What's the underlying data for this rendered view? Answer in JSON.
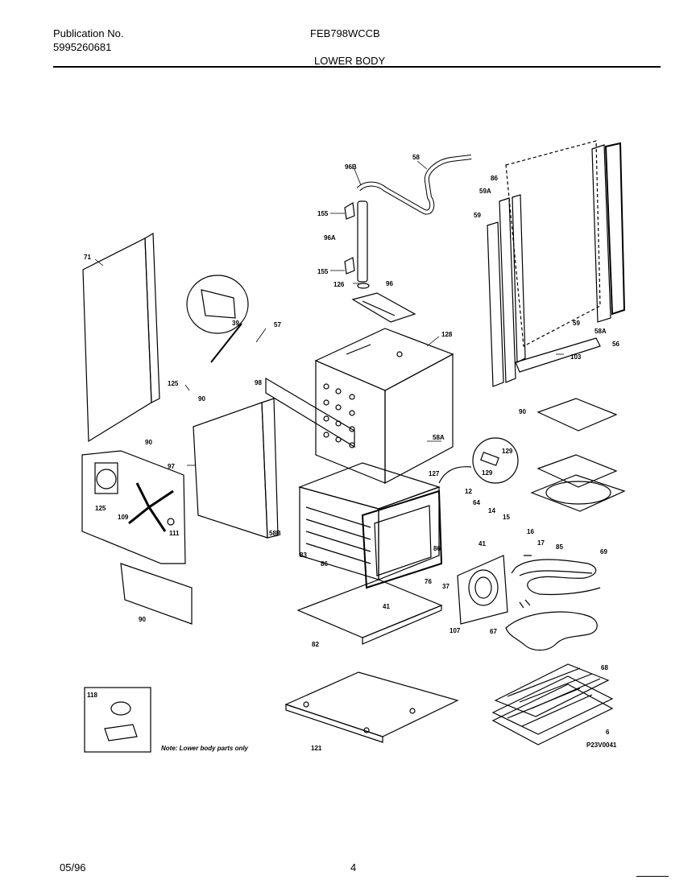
{
  "header": {
    "publication_label": "Publication No.",
    "publication_number": "5995260681",
    "model": "FEB798WCCB",
    "section_title": "LOWER BODY"
  },
  "footer": {
    "date": "05/96",
    "page": "4"
  },
  "diagram": {
    "note": "Note: Lower body parts only",
    "drawing_code": "P23V0041",
    "labels": {
      "l71": "71",
      "l96b": "96B",
      "l58": "58",
      "l86": "86",
      "l59a_top": "59A",
      "l59_top": "59",
      "l155_top": "155",
      "l96a": "96A",
      "l155_bot": "155",
      "l126": "126",
      "l96": "96",
      "l39": "39",
      "l57": "57",
      "l128": "128",
      "l59_r": "59",
      "l58a": "58A",
      "l56": "56",
      "l125_l": "125",
      "l98": "98",
      "l90_a": "90",
      "l103": "103",
      "l90_l": "90",
      "l90_r": "90",
      "l58a_mid": "58A",
      "l97": "97",
      "l129_a": "129",
      "l129_b": "129",
      "l127": "127",
      "l12": "12",
      "l64": "64",
      "l14": "14",
      "l15": "15",
      "l16": "16",
      "l17": "17",
      "l125_fan": "125",
      "l109": "109",
      "l111": "111",
      "l58b": "58B",
      "l83": "83",
      "l86_mid": "86",
      "l41_r": "41",
      "l85": "85",
      "l69": "69",
      "l86_b": "86",
      "l76": "76",
      "l37": "37",
      "l41_b": "41",
      "l107": "107",
      "l67": "67",
      "l90_b": "90",
      "l82": "82",
      "l68": "68",
      "l6": "6",
      "l118": "118",
      "l121": "121"
    }
  }
}
